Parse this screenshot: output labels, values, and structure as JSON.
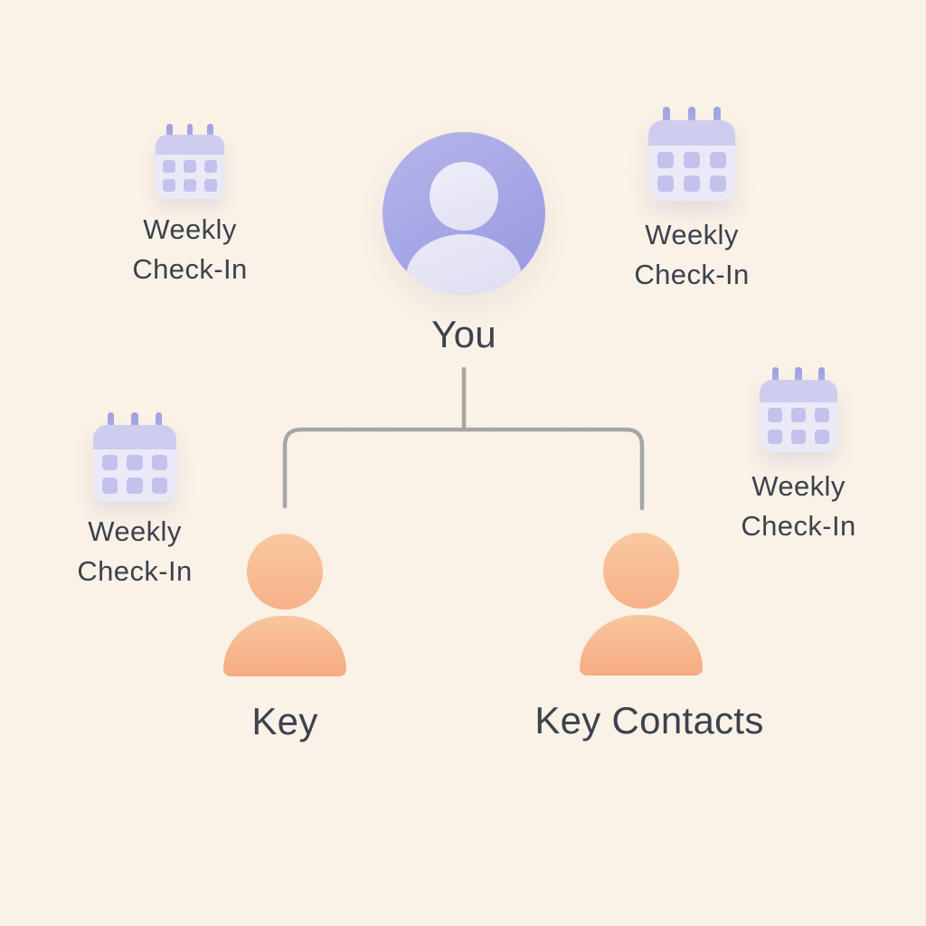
{
  "nodes": {
    "root": {
      "label": "You",
      "icon": "user-avatar"
    },
    "children": [
      {
        "label": "Key",
        "icon": "person-silhouette"
      },
      {
        "label": "Key Contacts",
        "icon": "person-silhouette"
      }
    ]
  },
  "annotations": [
    {
      "position": "top-left",
      "icon": "calendar",
      "label": "Weekly Check-In"
    },
    {
      "position": "top-right",
      "icon": "calendar",
      "label": "Weekly Check-In"
    },
    {
      "position": "middle-left",
      "icon": "calendar",
      "label": "Weekly Check-In"
    },
    {
      "position": "middle-right",
      "icon": "calendar",
      "label": "Weekly Check-In"
    }
  ],
  "colors": {
    "background": "#fbf3e7",
    "text": "#39404c",
    "connector": "#a5a5a5",
    "avatar_purple": "#a6a7e6",
    "avatar_inner": "#ebeaf8",
    "person_orange": "#f9b98e",
    "calendar_body": "#eceaf8",
    "calendar_header": "#cfcdf0",
    "calendar_cells": "#c3c2ee",
    "calendar_rings": "#a5a5e6"
  }
}
